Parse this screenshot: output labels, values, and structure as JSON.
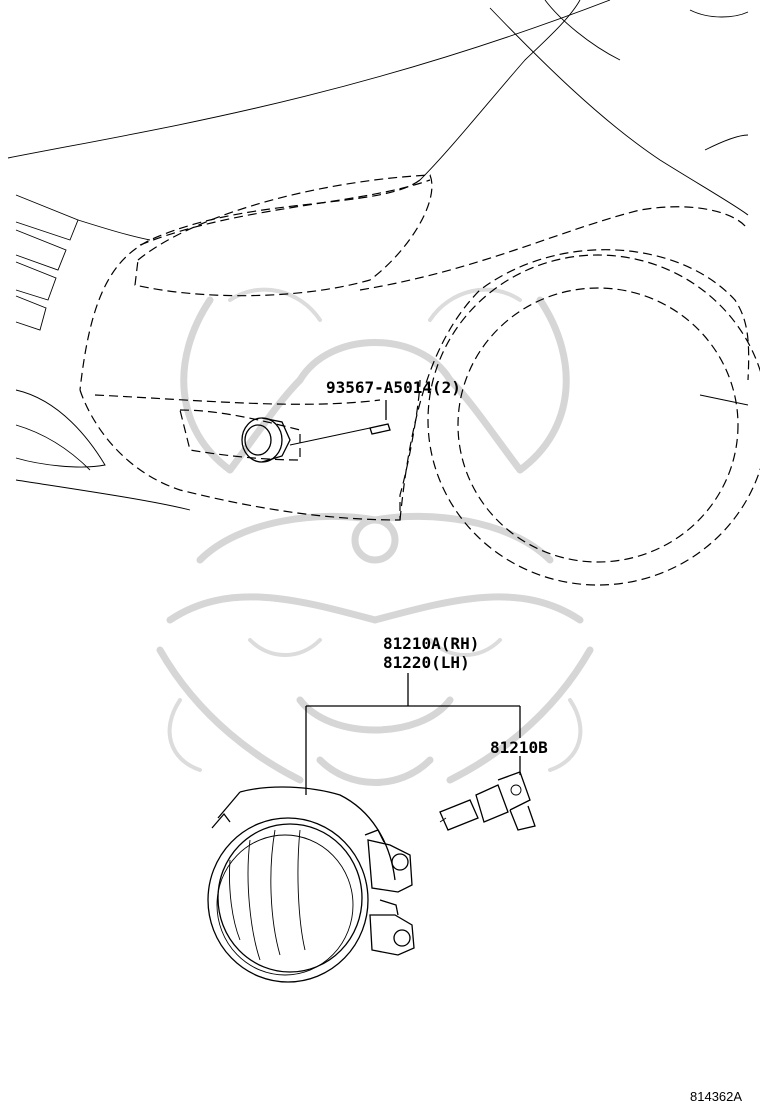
{
  "parts": {
    "bolt": "93567-A5014(2)",
    "lamp_rh": "81210A(RH)",
    "lamp_lh": "81220(LH)",
    "bulb": "81210B"
  },
  "figure_code": "814362A"
}
